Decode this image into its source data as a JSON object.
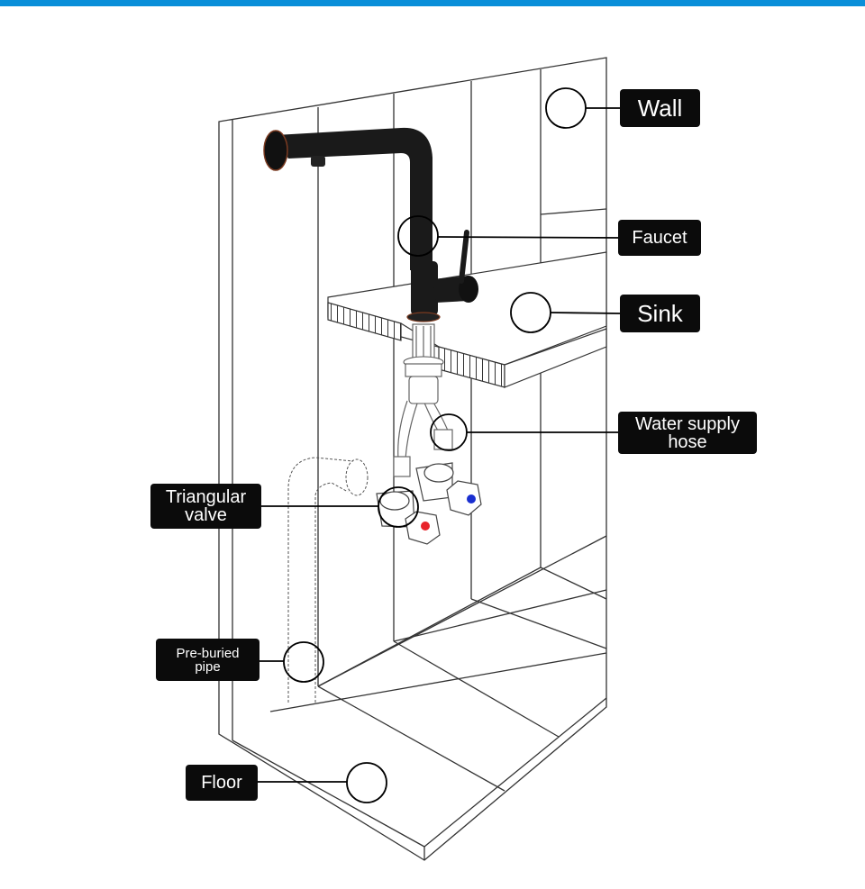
{
  "theme": {
    "accent": "#0a8fd9",
    "label_bg": "#0b0b0b",
    "label_text": "#ffffff",
    "hot": "#e8232a",
    "cold": "#1a2fd0"
  },
  "labels": {
    "wall": "Wall",
    "faucet": "Faucet",
    "sink": "Sink",
    "water_supply_hose": [
      "Water supply",
      "hose"
    ],
    "triangular_valve": [
      "Triangular",
      "valve"
    ],
    "pre_buried_pipe": [
      "Pre-buried",
      "pipe"
    ],
    "floor": "Floor"
  }
}
